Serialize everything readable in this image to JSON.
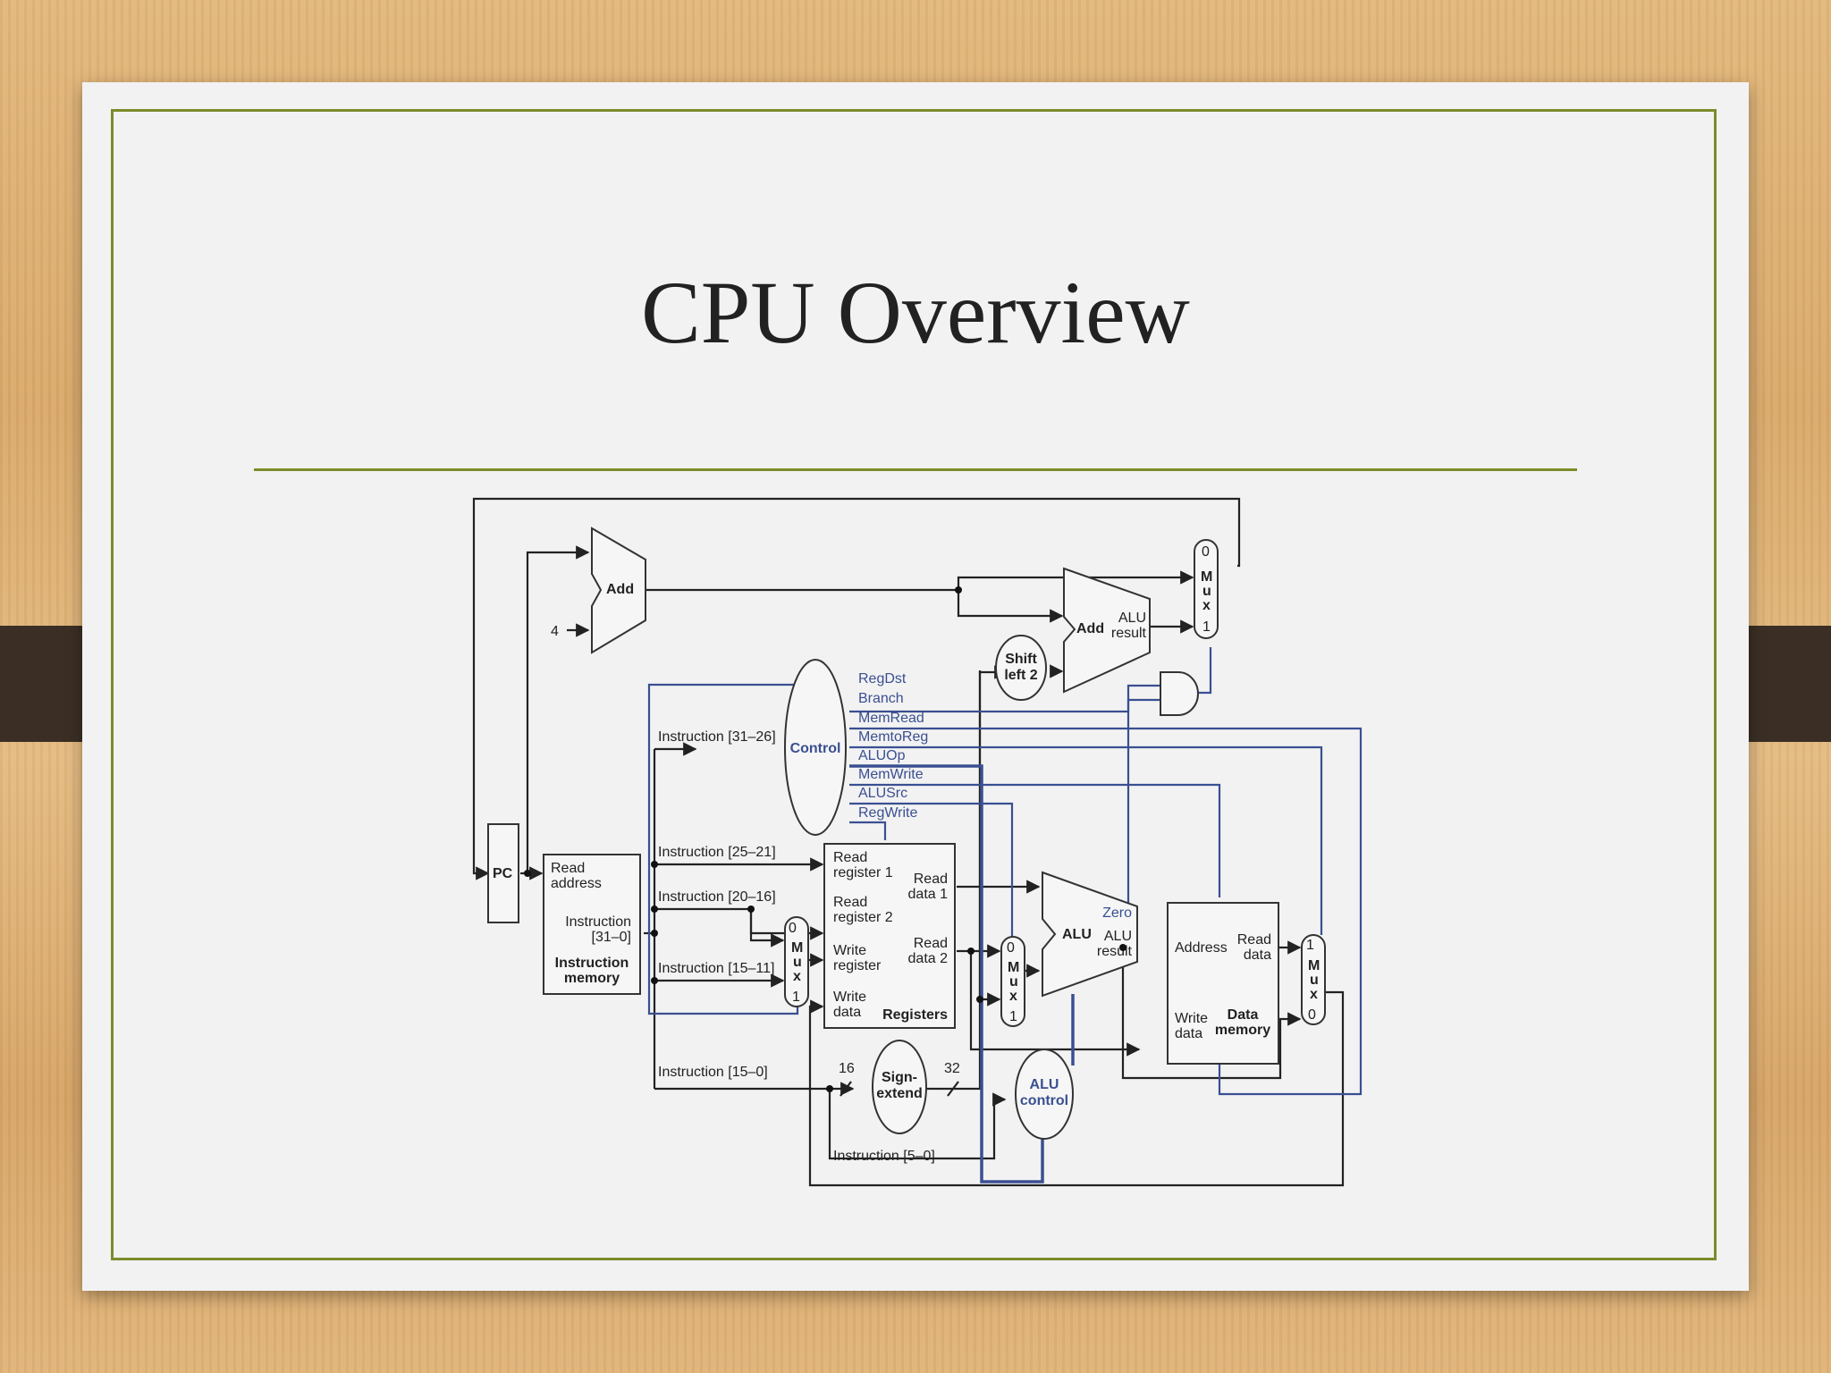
{
  "slide": {
    "title": "CPU Overview"
  },
  "diagram": {
    "blocks": {
      "pc": "PC",
      "add_top": "Add",
      "constant_four": "4",
      "imem_read_address_1": "Read",
      "imem_read_address_2": "address",
      "imem_instruction_1": "Instruction",
      "imem_instruction_2": "[31–0]",
      "imem_name_1": "Instruction",
      "imem_name_2": "memory",
      "control": "Control",
      "regs_read_reg1_1": "Read",
      "regs_read_reg1_2": "register 1",
      "regs_read_reg2_1": "Read",
      "regs_read_reg2_2": "register 2",
      "regs_write_reg_1": "Write",
      "regs_write_reg_2": "register",
      "regs_write_data_1": "Write",
      "regs_write_data_2": "data",
      "regs_read_data1_1": "Read",
      "regs_read_data1_2": "data 1",
      "regs_read_data2_1": "Read",
      "regs_read_data2_2": "data 2",
      "regs_name": "Registers",
      "sign_extend_1": "Sign-",
      "sign_extend_2": "extend",
      "bits_16": "16",
      "bits_32": "32",
      "shift_left_1": "Shift",
      "shift_left_2": "left 2",
      "add_branch": "Add",
      "add_branch_result_1": "ALU",
      "add_branch_result_2": "result",
      "alu": "ALU",
      "alu_zero": "Zero",
      "alu_result_1": "ALU",
      "alu_result_2": "result",
      "alu_control_1": "ALU",
      "alu_control_2": "control",
      "dmem_address": "Address",
      "dmem_read_data_1": "Read",
      "dmem_read_data_2": "data",
      "dmem_write_data_1": "Write",
      "dmem_write_data_2": "data",
      "dmem_name_1": "Data",
      "dmem_name_2": "memory",
      "mux_letters": [
        "M",
        "u",
        "x"
      ],
      "mux_zero": "0",
      "mux_one": "1"
    },
    "control_signals": [
      "RegDst",
      "Branch",
      "MemRead",
      "MemtoReg",
      "ALUOp",
      "MemWrite",
      "ALUSrc",
      "RegWrite"
    ],
    "instruction_fields": {
      "f31_26": "Instruction [31–26]",
      "f25_21": "Instruction [25–21]",
      "f20_16": "Instruction [20–16]",
      "f15_11": "Instruction [15–11]",
      "f15_0": "Instruction [15–0]",
      "f5_0": "Instruction [5–0]"
    },
    "colors": {
      "data_path": "#222222",
      "control_path": "#3a4f92",
      "accent_line": "#7b8c2a"
    }
  }
}
